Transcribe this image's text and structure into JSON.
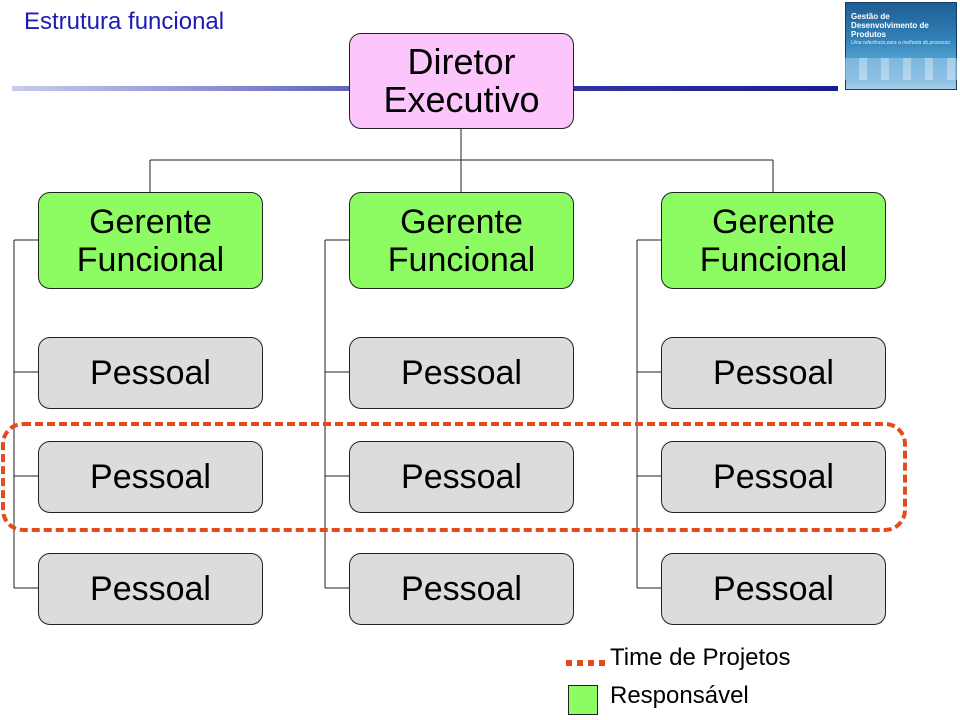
{
  "slide": {
    "title": "Estrutura funcional"
  },
  "logo": {
    "title": "Gestão de Desenvolvimento de Produtos",
    "subtitle": "Uma referência para a melhoria do processo"
  },
  "org": {
    "director": {
      "line1": "Diretor",
      "line2": "Executivo"
    },
    "managers": [
      {
        "line1": "Gerente",
        "line2": "Funcional"
      },
      {
        "line1": "Gerente",
        "line2": "Funcional"
      },
      {
        "line1": "Gerente",
        "line2": "Funcional"
      }
    ],
    "staff_label": "Pessoal"
  },
  "legend": {
    "team": "Time de Projetos",
    "responsible": "Responsável"
  },
  "colors": {
    "director_fill": "#fcc6fc",
    "manager_fill": "#8cfc62",
    "staff_fill": "#dcdcdc",
    "team_outline": "#e44a1c",
    "title_text": "#1c1cb4"
  }
}
